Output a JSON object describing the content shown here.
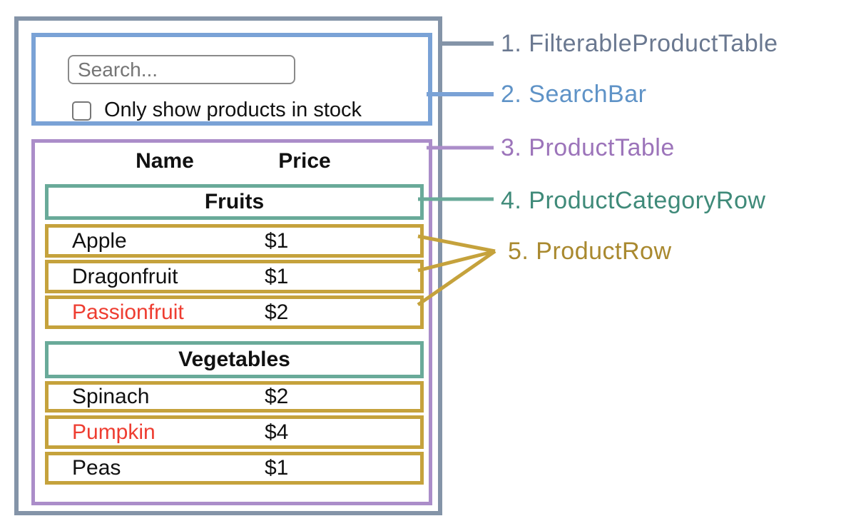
{
  "search_bar": {
    "placeholder": "Search...",
    "checkbox_label": "Only show products in stock",
    "checkbox_checked": false
  },
  "product_table": {
    "name_header": "Name",
    "price_header": "Price",
    "sections": [
      {
        "category": "Fruits",
        "rows": [
          {
            "name": "Apple",
            "price": "$1",
            "stocked": true
          },
          {
            "name": "Dragonfruit",
            "price": "$1",
            "stocked": true
          },
          {
            "name": "Passionfruit",
            "price": "$2",
            "stocked": false
          }
        ]
      },
      {
        "category": "Vegetables",
        "rows": [
          {
            "name": "Spinach",
            "price": "$2",
            "stocked": true
          },
          {
            "name": "Pumpkin",
            "price": "$4",
            "stocked": false
          },
          {
            "name": "Peas",
            "price": "$1",
            "stocked": true
          }
        ]
      }
    ]
  },
  "legend": [
    {
      "text": "1. FilterableProductTable",
      "color": "#6a7890"
    },
    {
      "text": "2. SearchBar",
      "color": "#5f93c7"
    },
    {
      "text": "3. ProductTable",
      "color": "#9c74ba"
    },
    {
      "text": "4. ProductCategoryRow",
      "color": "#3f8a79"
    },
    {
      "text": "5. ProductRow",
      "color": "#a9892f"
    }
  ],
  "colors": {
    "filterable_product_table_border": "#8494a8",
    "search_bar_border": "#7aa2d6",
    "product_table_border": "#ab8dc9",
    "product_category_row_border": "#69aa99",
    "product_row_border": "#c5a23c",
    "out_of_stock_text": "#ee3d31"
  }
}
